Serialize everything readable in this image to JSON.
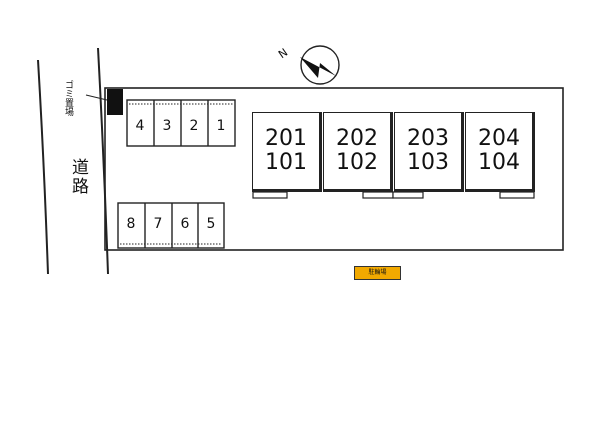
{
  "road": {
    "label": "道路"
  },
  "garbage": {
    "label": "ゴミ置場"
  },
  "bicycle": {
    "label": "駐輪場",
    "color": "#f2a900"
  },
  "compass": {
    "label": "N"
  },
  "parking": [
    "1",
    "2",
    "3",
    "4",
    "5",
    "6",
    "7",
    "8"
  ],
  "units": [
    {
      "upper": "201",
      "lower": "101"
    },
    {
      "upper": "202",
      "lower": "102"
    },
    {
      "upper": "203",
      "lower": "103"
    },
    {
      "upper": "204",
      "lower": "104"
    }
  ]
}
